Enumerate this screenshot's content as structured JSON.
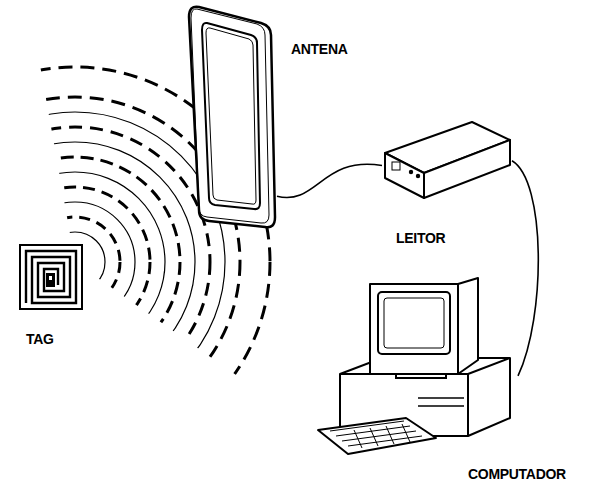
{
  "diagram": {
    "nodes": [
      {
        "text": [
          "TAG"
        ]
      },
      {
        "text": [
          "ANTENA"
        ]
      },
      {
        "text": [
          "LEITOR"
        ]
      },
      {
        "text": [
          "COMPUTADOR"
        ]
      }
    ],
    "edges": [
      {
        "from": 1,
        "to": 2,
        "arrow": "none"
      },
      {
        "from": 2,
        "to": 3,
        "arrow": "none"
      }
    ]
  }
}
